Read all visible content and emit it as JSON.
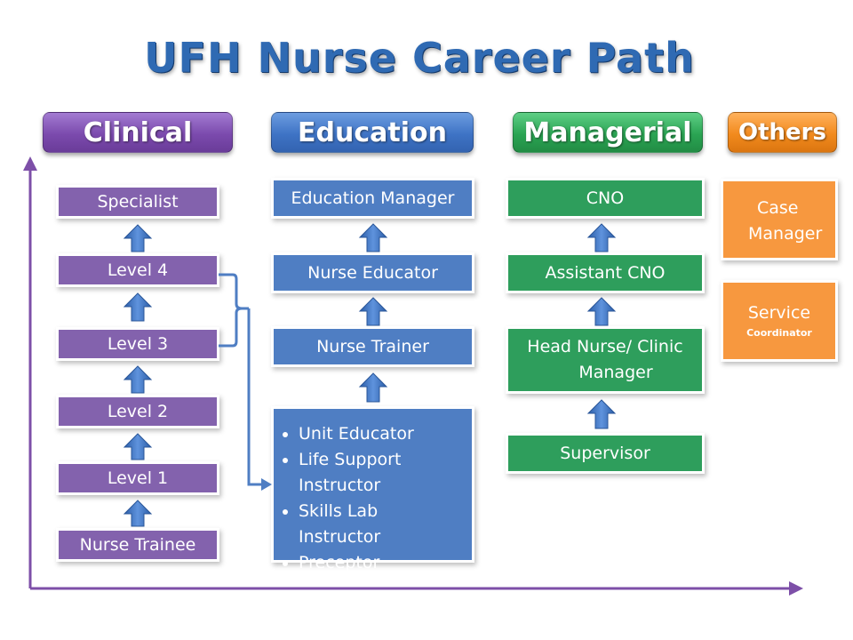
{
  "title": "UFH  Nurse Career Path",
  "headers": {
    "clinical": "Clinical",
    "education": "Education",
    "managerial": "Managerial",
    "others": "Others"
  },
  "clinical": {
    "specialist": "Specialist",
    "level4": "Level 4",
    "level3": "Level 3",
    "level2": "Level 2",
    "level1": "Level 1",
    "trainee": "Nurse Trainee"
  },
  "education": {
    "manager": "Education Manager",
    "educator": "Nurse Educator",
    "trainer": "Nurse Trainer",
    "roles": [
      "Unit Educator",
      "Life Support Instructor",
      "Skills Lab Instructor",
      "Preceptor"
    ]
  },
  "managerial": {
    "cno": "CNO",
    "assistant_cno": "Assistant CNO",
    "head_nurse_line1": "Head Nurse/ Clinic",
    "head_nurse_line2": "Manager",
    "supervisor": "Supervisor"
  },
  "others": {
    "case_line1": "Case",
    "case_line2": "Manager",
    "service_line1": "Service",
    "service_line2": "Coordinator"
  },
  "colors": {
    "clinical": "#8362ad",
    "education": "#4f7ec3",
    "managerial": "#2e9e5c",
    "others": "#f7983f",
    "axis": "#7d4fa8",
    "arrow": "#3f75c4"
  }
}
